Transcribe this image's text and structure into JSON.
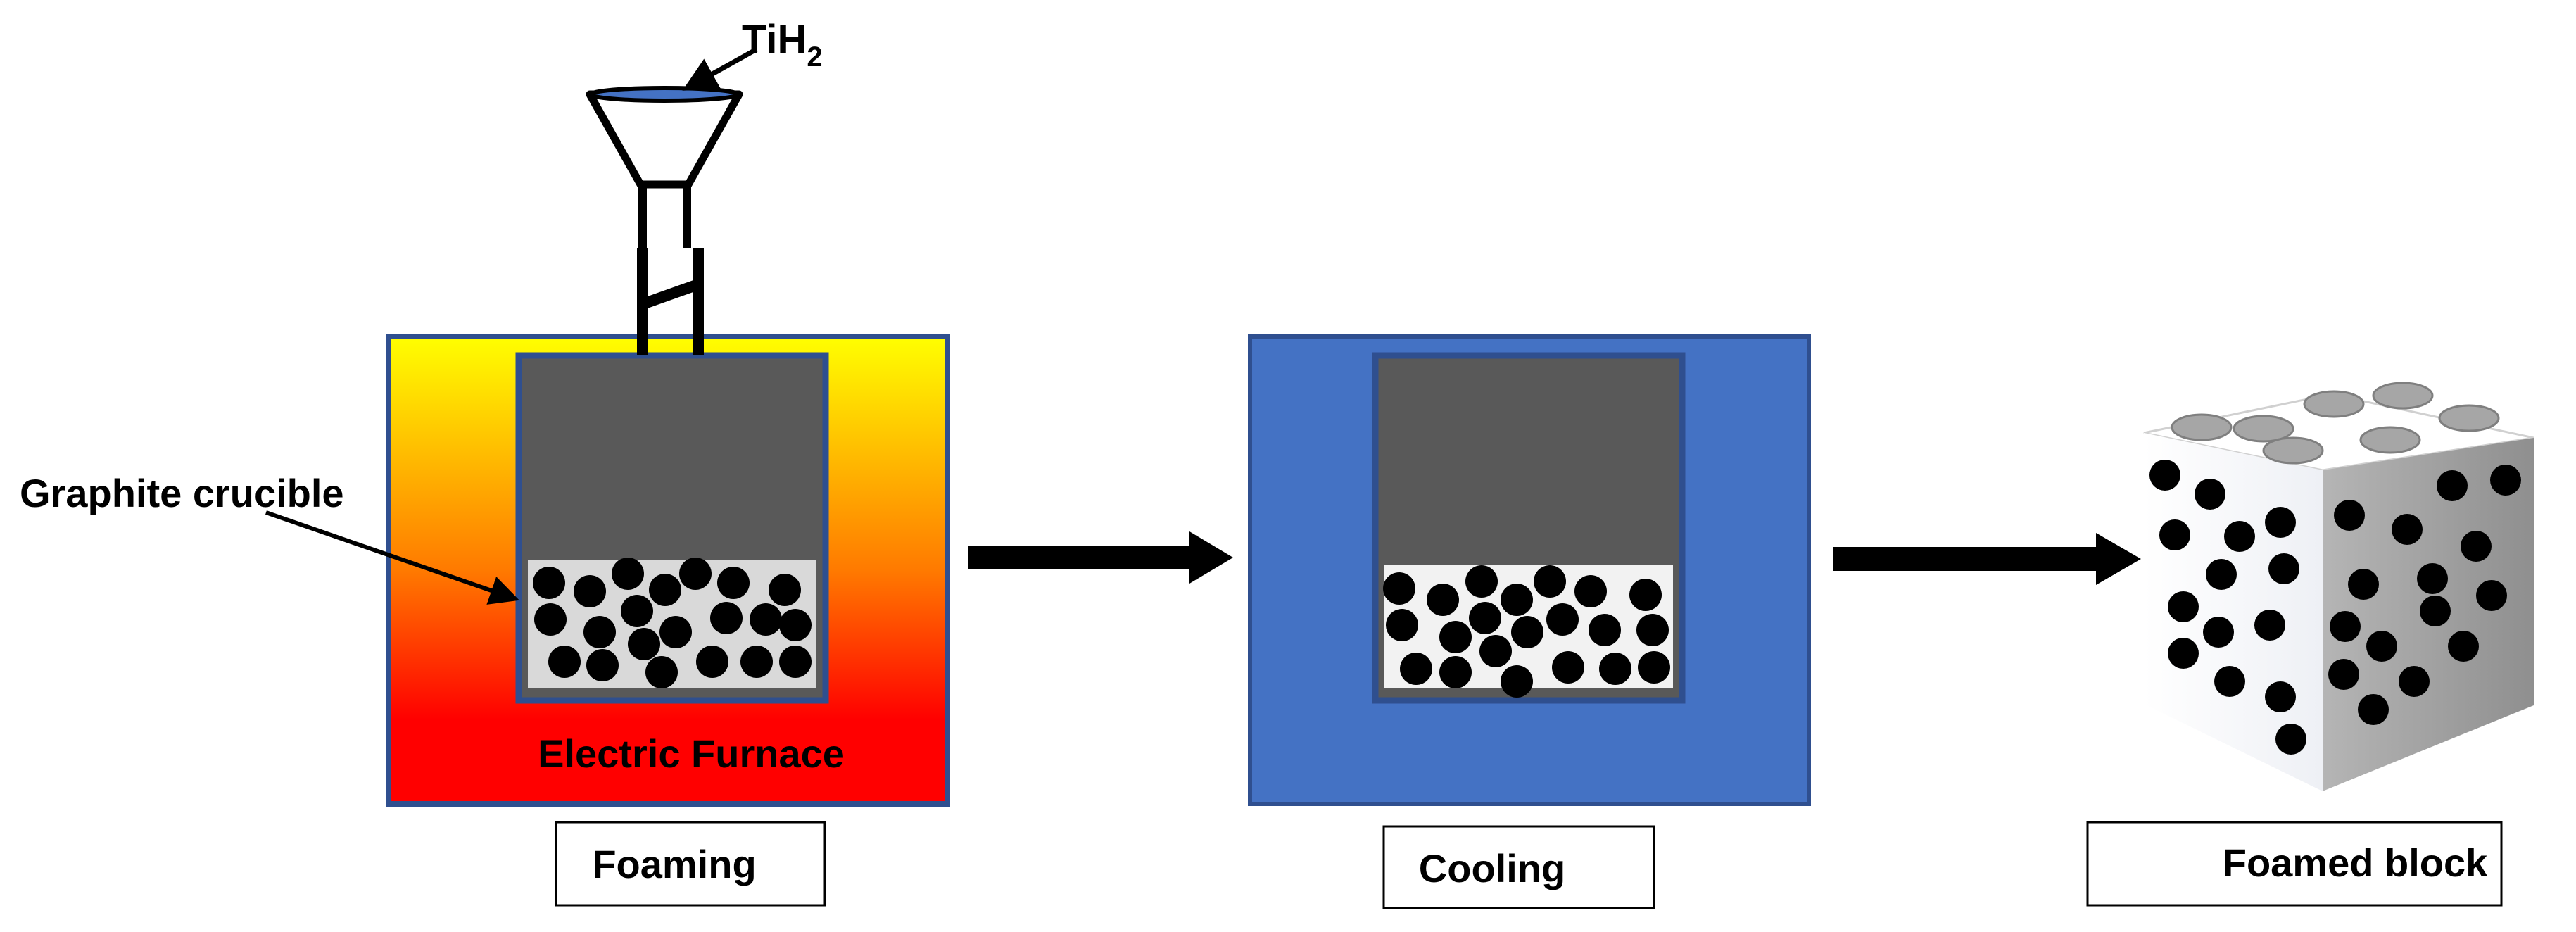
{
  "labels": {
    "tih2_main": "TiH",
    "tih2_sub": "2",
    "graphite_crucible": "Graphite crucible",
    "electric_furnace": "Electric Furnace"
  },
  "steps": {
    "foaming": "Foaming",
    "cooling": "Cooling",
    "foamed_block": "Foamed block"
  },
  "colors": {
    "furnace_top": "#ffff00",
    "furnace_mid": "#ff7a00",
    "furnace_bottom": "#ff0000",
    "border_blue": "#2f4f8f",
    "cooling_blue": "#4472c4",
    "crucible_dark": "#595959",
    "foam_light": "#d9d9d9",
    "foam_white": "#f2f2f2",
    "pore": "#000000",
    "funnel_liquid": "#4472c4",
    "block_left_face": "#eef0f5",
    "block_right_face": "#b5b5b5",
    "block_top_face": "#ffffff",
    "block_top_pore": "#a6a6a6"
  }
}
